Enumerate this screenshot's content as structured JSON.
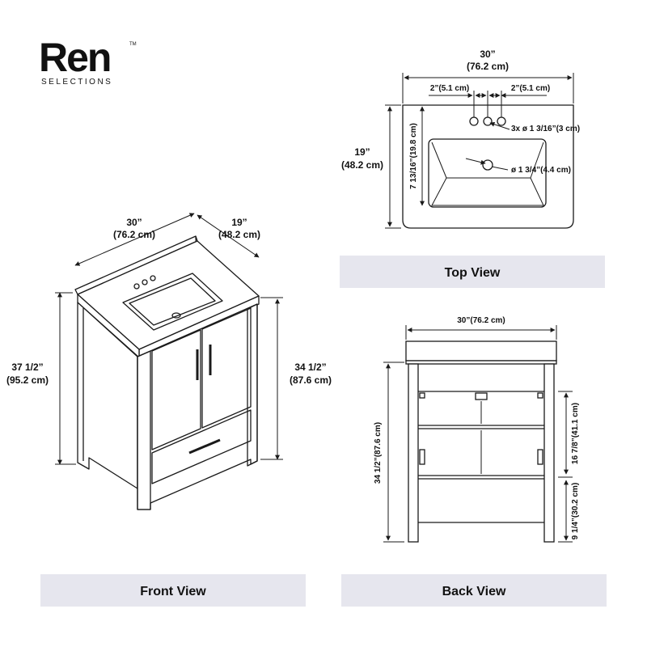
{
  "brand": {
    "name": "Ren",
    "trademark": "TM",
    "tagline": "SELECTIONS"
  },
  "front_view": {
    "label": "Front View",
    "width_in": "30”",
    "width_cm": "(76.2 cm)",
    "depth_in": "19”",
    "depth_cm": "(48.2 cm)",
    "total_height_in": "37 1/2”",
    "total_height_cm": "(95.2 cm)",
    "counter_height_in": "34 1/2”",
    "counter_height_cm": "(87.6 cm)"
  },
  "top_view": {
    "label": "Top View",
    "width_in": "30”",
    "width_cm": "(76.2 cm)",
    "spacing_left": "2”(5.1 cm)",
    "spacing_right": "2”(5.1 cm)",
    "faucet_holes": "3x ø 1 3/16”(3 cm)",
    "drain": "ø 1 3/4”(4.4 cm)",
    "depth_in": "19”",
    "depth_cm": "(48.2 cm)",
    "basin_depth": "7 13/16”(19.8 cm)"
  },
  "back_view": {
    "label": "Back View",
    "width": "30”(76.2 cm)",
    "height": "34 1/2”(87.6 cm)",
    "upper_opening": "16 7/8”(41.1 cm)",
    "lower_opening": "9 1/4”(30.2 cm)"
  },
  "colors": {
    "line": "#1a1a1a",
    "label_bg": "#e6e6ee",
    "text": "#111111"
  }
}
